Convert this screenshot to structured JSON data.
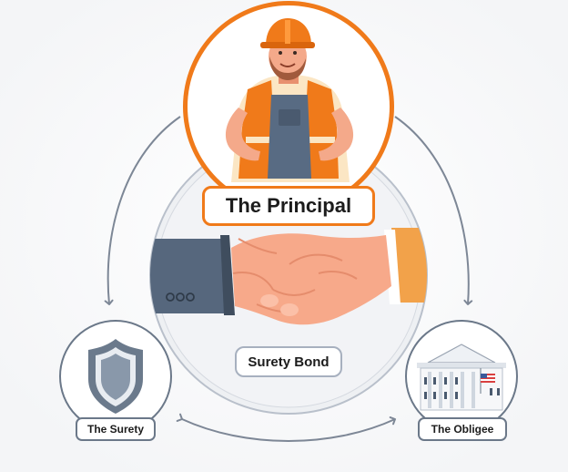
{
  "labels": {
    "principal": "The Principal",
    "bond": "Surety Bond",
    "surety": "The Surety",
    "obligee": "The Obligee"
  },
  "icons": {
    "principal": "construction-worker-icon",
    "bond": "handshake-icon",
    "surety": "shield-icon",
    "obligee": "government-building-icon"
  },
  "colors": {
    "accent": "#f07a1a",
    "arrow": "#7d8796",
    "circle_fill": "#f1f2f5",
    "shield": "#6b7a8c"
  }
}
